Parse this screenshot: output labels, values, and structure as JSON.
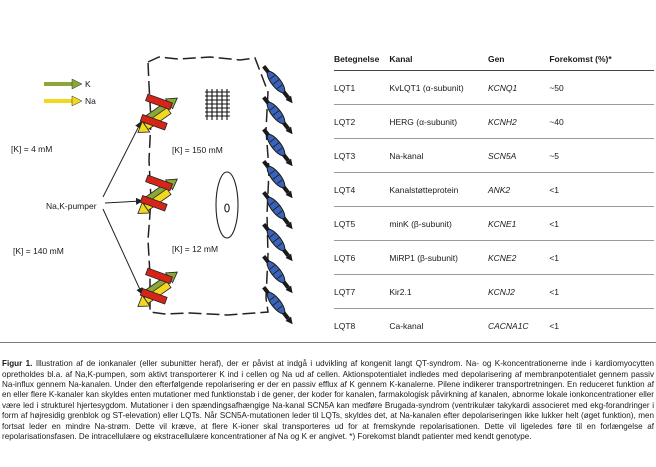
{
  "diagram": {
    "legend": [
      {
        "label": "K",
        "color": "#8aa73a"
      },
      {
        "label": "Na",
        "color": "#f2d81f"
      }
    ],
    "k_in": "[K] = 150 mM",
    "k_out": "[K] = 4 mM",
    "na_k_pumper": "Na,K-pumper",
    "k_out_2": "[K] = 140 mM",
    "k_in_2": "[K] = 12 mM",
    "colors": {
      "pump_red": "#d62418",
      "k_arrow": "#8aa73a",
      "na_arrow": "#f2d81f",
      "channel_blue": "#3a63b8",
      "channel_dark": "#1a1a1a"
    }
  },
  "table": {
    "headers": [
      "Betegnelse",
      "Kanal",
      "Gen",
      "Forekomst (%)*"
    ],
    "rows": [
      {
        "name": "LQT1",
        "channel": "KvLQT1 (α-subunit)",
        "gene": "KCNQ1",
        "freq": "~50"
      },
      {
        "name": "LQT2",
        "channel": "HERG (α-subunit)",
        "gene": "KCNH2",
        "freq": "~40"
      },
      {
        "name": "LQT3",
        "channel": "Na-kanal",
        "gene": "SCN5A",
        "freq": "~5"
      },
      {
        "name": "LQT4",
        "channel": "Kanalstøtteprotein",
        "gene": "ANK2",
        "freq": "<1"
      },
      {
        "name": "LQT5",
        "channel": "minK (β-subunit)",
        "gene": "KCNE1",
        "freq": "<1"
      },
      {
        "name": "LQT6",
        "channel": "MiRP1 (β-subunit)",
        "gene": "KCNE2",
        "freq": "<1"
      },
      {
        "name": "LQT7",
        "channel": "Kir2.1",
        "gene": "KCNJ2",
        "freq": "<1"
      },
      {
        "name": "LQT8",
        "channel": "Ca-kanal",
        "gene": "CACNA1C",
        "freq": "<1"
      }
    ]
  },
  "caption": {
    "label": "Figur 1.",
    "text": " Illustration af de ionkanaler (eller subunitter heraf), der er påvist at indgå i udvikling af kongenit langt QT-syndrom. Na- og K-koncentrationerne inde i kardiomyocytten opretholdes bl.a. af Na,K-pumpen, som aktivt transporterer K ind i cellen og Na ud af cellen. Aktionspotentialet indledes med depolarisering af membranpotentialet gennem passiv Na-influx gennem Na-kanalen. Under den efterfølgende repolarisering er der en passiv efflux af K gennem K-kanalerne. Pilene indikerer transportretningen. En reduceret funktion af en eller flere K-kanaler kan skyldes enten mutationer med funktionstab i de gener, der koder for kanalen, farmakologisk påvirkning af kanalen, abnorme lokale ionkoncentrationer eller være led i strukturel hjertesygdom. Mutationer i den spændingsafhængige Na-kanal SCN5A kan medføre Brugada-syndrom (ventrikulær takykardi associeret med ekg-forandringer i form af højresidig grenblok og ST-elevation) eller LQTs. Når SCN5A-mutationen leder til LQTs, skyldes det, at Na-kanalen efter depolariseringen ikke lukker helt (øget funktion), men fortsat leder en mindre Na-strøm. Dette vil kræve, at flere K-ioner skal transporteres ud for at fremskynde repolarisationen. Dette vil ligeledes føre til en forlængelse af repolarisationsfasen. De intracellulære og ekstracellulære koncentrationer af Na og K er angivet. *) Forekomst blandt patienter med kendt genotype."
  }
}
